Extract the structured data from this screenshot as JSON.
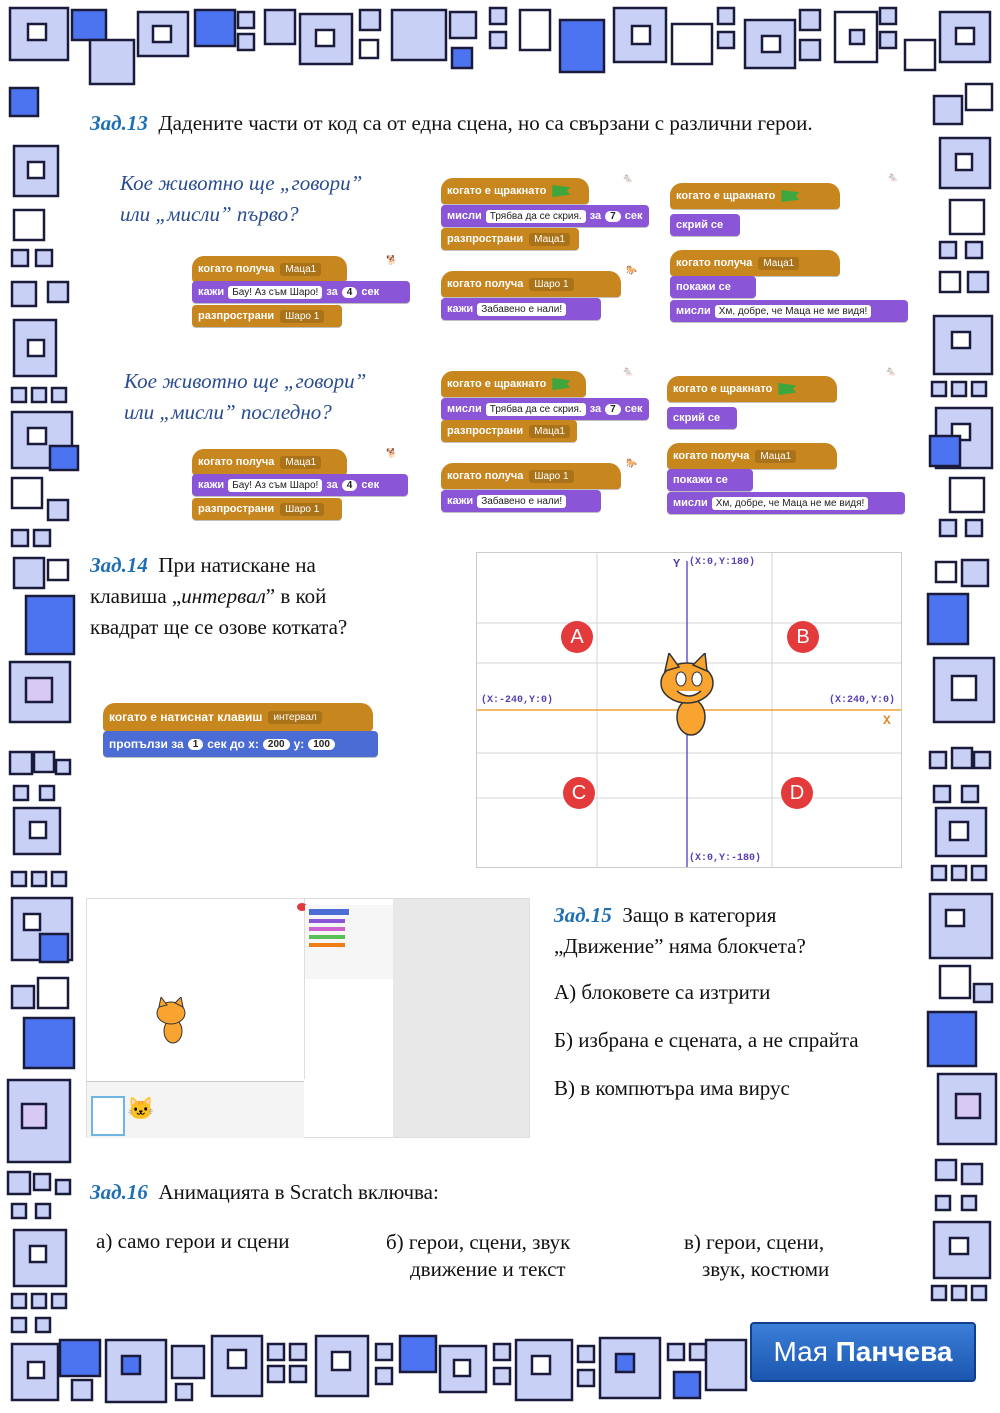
{
  "task13": {
    "label": "Зад.13",
    "text": "Дадените части от код са от една сцена, но са свързани с различни герои.",
    "q1_line1": "Кое животно ще „говори”",
    "q1_line2": "или „мисли” първо?",
    "q2_line1": "Кое животно ще „говори”",
    "q2_line2": "или „мисли” последно?",
    "blocks": {
      "when_receive": "когато получа",
      "say": "кажи",
      "say_text": "Бау! Аз съм Шаро!",
      "for": "за",
      "sec": "сек",
      "broadcast": "разпространи",
      "sharo1": "Шаро 1",
      "matsa1": "Маца1",
      "when_clicked": "когато е щракнато",
      "think": "мисли",
      "think_text": "Трябва да се скрия.",
      "n4": "4",
      "n7": "7",
      "say2_text": "Забавено е нали!",
      "hide": "скрий се",
      "show": "покажи се",
      "think2_text": "Хм, добре, че Маца не ме видя!"
    }
  },
  "task14": {
    "label": "Зад.14",
    "line1": "При натискане на",
    "line2_pre": "клавиша „",
    "line2_em": "интервал",
    "line2_post": "” в кой",
    "line3": "квадрат ще се озове котката?",
    "block_key": "когато е натиснат клавиш",
    "key_value": "интервал",
    "glide": "пропълзи за",
    "glide_secs": "1",
    "glide_sec_to_x": "сек до x:",
    "glide_x": "200",
    "glide_y_label": "y:",
    "glide_y": "100",
    "stage": {
      "top": "(X:0,Y:180)",
      "left": "(X:-240,Y:0)",
      "right": "(X:240,Y:0)",
      "bottom": "(X:0,Y:-180)",
      "y_axis": "Y",
      "x_axis": "X",
      "quadrants": [
        "A",
        "B",
        "C",
        "D"
      ]
    }
  },
  "task15": {
    "label": "Зад.15",
    "line1": "Защо в категория",
    "line2": "„Движение” няма блокчета?",
    "options": [
      "А)  блоковете са изтрити",
      "Б)  избрана е сцената, а не спрайта",
      "В)  в компютъра има вирус"
    ]
  },
  "task16": {
    "label": "Зад.16",
    "text": "Анимацията в Scratch включва:",
    "opt_a": "а) само герои и сцени",
    "opt_b1": "б) герои, сцени, звук",
    "opt_b2": "движение и текст",
    "opt_c1": "в) герои, сцени,",
    "opt_c2": "звук, костюми"
  },
  "author": {
    "first": "Мая",
    "last": "Панчева"
  },
  "colors": {
    "frame_square": "#b9c6f4",
    "frame_blue": "#4d74f0",
    "label_blue": "#1f6fb5"
  }
}
